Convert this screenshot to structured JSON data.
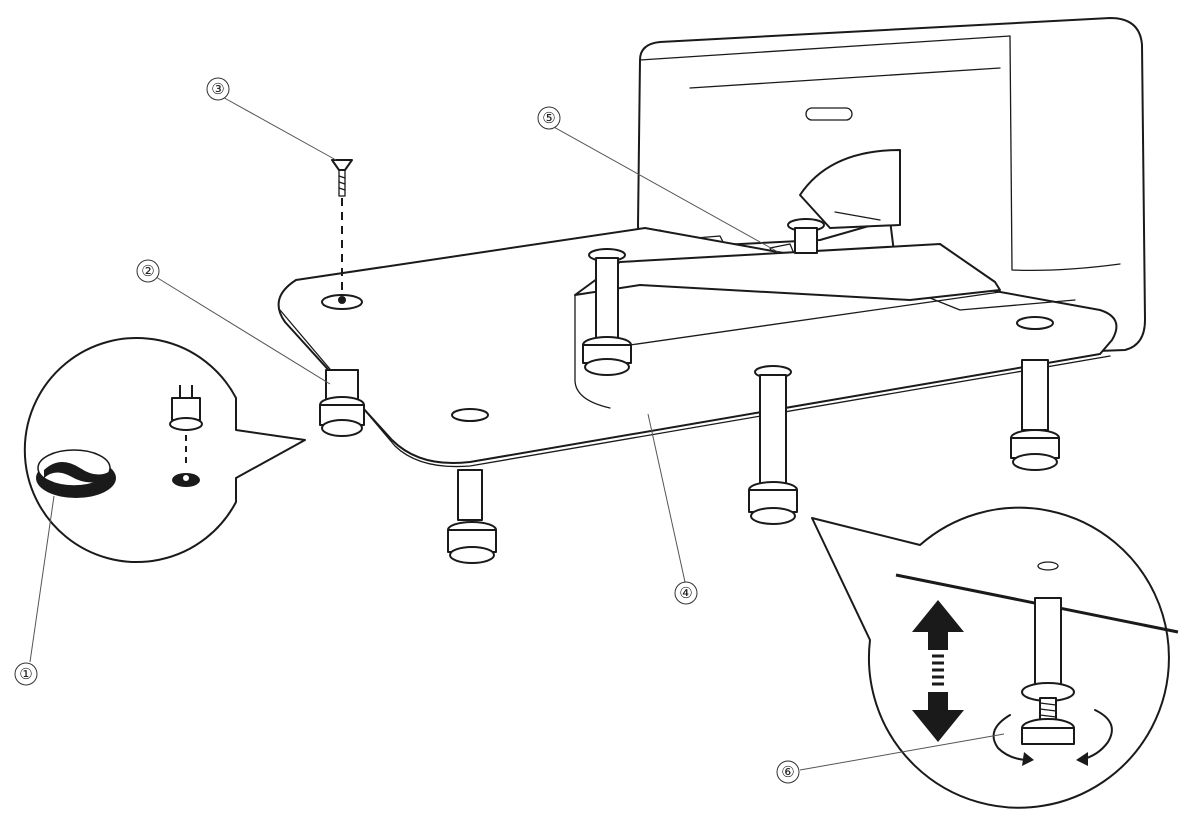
{
  "callouts": [
    {
      "id": "1",
      "label": "①"
    },
    {
      "id": "2",
      "label": "②"
    },
    {
      "id": "3",
      "label": "③"
    },
    {
      "id": "4",
      "label": "④"
    },
    {
      "id": "5",
      "label": "⑤"
    },
    {
      "id": "6",
      "label": "⑥"
    }
  ],
  "colors": {
    "ink": "#1a1a1a",
    "paper": "#ffffff"
  }
}
